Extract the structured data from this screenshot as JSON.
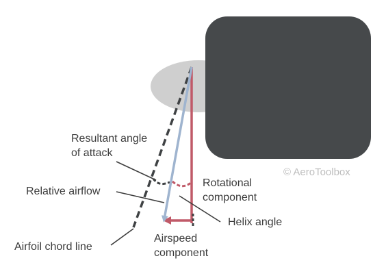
{
  "labels": {
    "resultant_angle_line1": "Resultant angle",
    "resultant_angle_line2": "of attack",
    "relative_airflow": "Relative airflow",
    "airfoil_chord_line": "Airfoil chord line",
    "rotational_line1": "Rotational",
    "rotational_line2": "component",
    "helix_angle": "Helix angle",
    "airspeed_line1": "Airspeed",
    "airspeed_line2": "component"
  },
  "watermark": "© AeroToolbox",
  "colors": {
    "block": "#46494b",
    "hub_ellipse": "#cfcfcf",
    "relative_airflow_vector": "#9fb4cf",
    "component_vectors": "#c05a68",
    "chord_line": "#3f4244",
    "leader_lines": "#3c3c3c",
    "watermark": "#bdbdbd",
    "label_text": "#3c3c3c"
  }
}
